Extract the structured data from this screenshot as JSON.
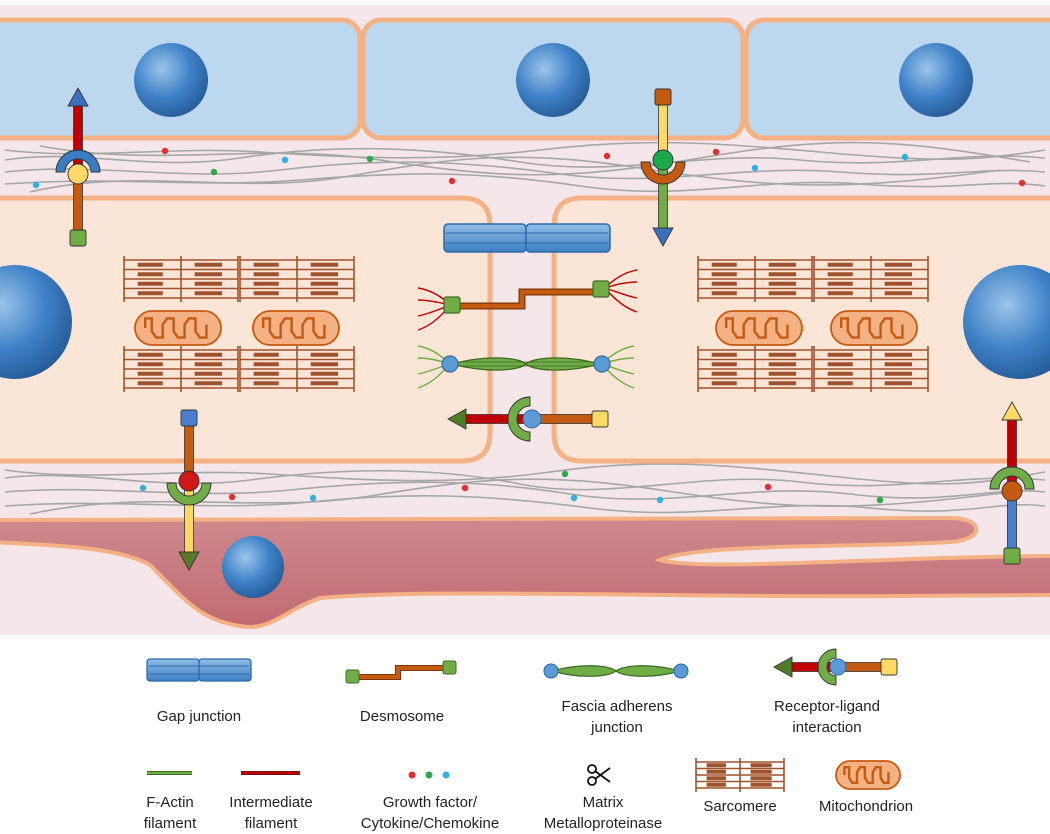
{
  "legend": {
    "gap_junction": "Gap junction",
    "desmosome": "Desmosome",
    "fascia_adherens": [
      "Fascia adherens",
      "junction"
    ],
    "receptor_ligand": [
      "Receptor-ligand",
      "interaction"
    ],
    "f_actin": [
      "F-Actin",
      "filament"
    ],
    "intermediate": [
      "Intermediate",
      "filament"
    ],
    "growth_factor": [
      "Growth factor/",
      "Cytokine/Chemokine"
    ],
    "matrix_mmp": [
      "Matrix",
      "Metalloproteinase"
    ],
    "sarcomere": "Sarcomere",
    "mitochondrion": "Mitochondrion"
  },
  "colors": {
    "background": "#f5e6ea",
    "endothelial_fill": "#bdd7ee",
    "cell_border": "#f4b183",
    "cardiomyocyte_fill": "#fbe5d6",
    "fibroblast_fill": "#c8767c",
    "nucleus": "#3a7dc4",
    "fiber": "#a6a6a6",
    "sarcomere": "#a0522d",
    "mitochondrion": "#f4b183",
    "gap_junction": "#5b9bd5",
    "desmosome_link": "#c55a11",
    "desmosome_plaque": "#70ad47",
    "fascia_adherens": "#70ad47",
    "receptor_red": "#c00000",
    "ligand_yellow": "#ffd966",
    "dot_red": "#e03030",
    "dot_green": "#2ea84a",
    "dot_blue": "#2fb0e0"
  },
  "icons": {
    "matrix_mmp": "scissors-icon"
  }
}
